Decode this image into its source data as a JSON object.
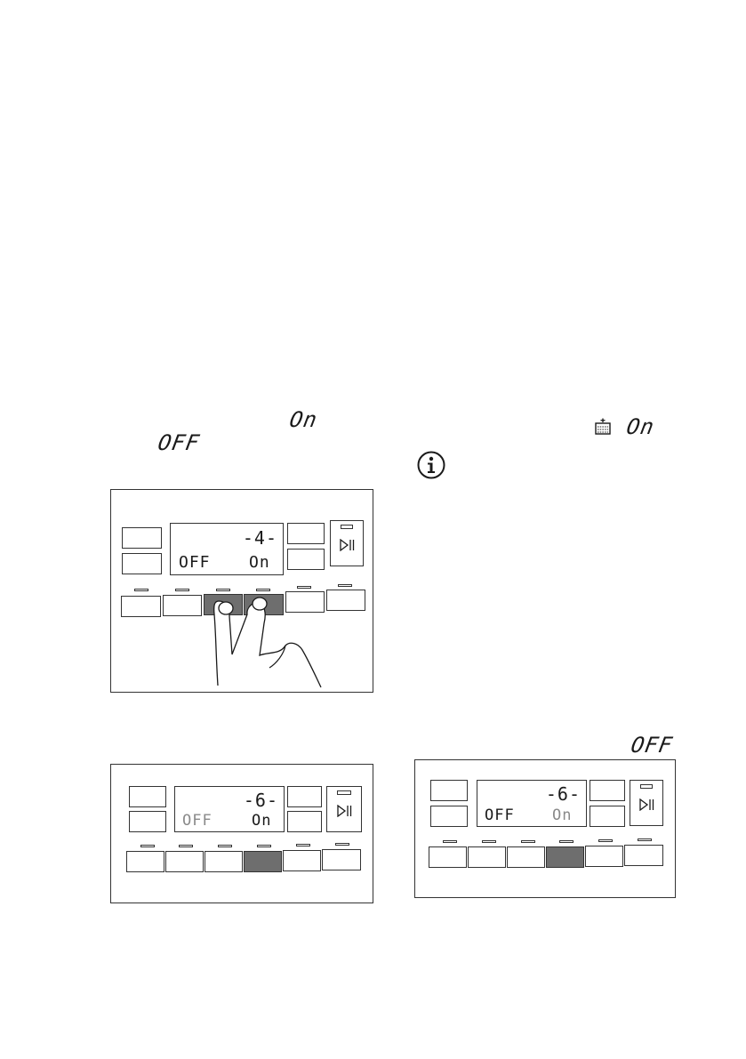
{
  "text_symbols": {
    "top_left_on": "On",
    "top_left_off": "OFF",
    "top_right_on": "On",
    "bottom_right_off": "OFF"
  },
  "icons": {
    "info": "info-icon",
    "detergent": "detergent-plus-icon",
    "start_pause": "play-pause-icon",
    "fingers": "two-finger-hand-icon"
  },
  "panels": {
    "panel1": {
      "display_main": "-4-",
      "display_off": "OFF",
      "display_on": "On"
    },
    "panel2": {
      "display_main": "-6-",
      "display_off": "OFF",
      "display_on": "On"
    },
    "panel3": {
      "display_main": "-6-",
      "display_off": "OFF",
      "display_on": "On"
    }
  },
  "colors": {
    "pressed_button": "#6e6e6e",
    "line": "#333333"
  }
}
